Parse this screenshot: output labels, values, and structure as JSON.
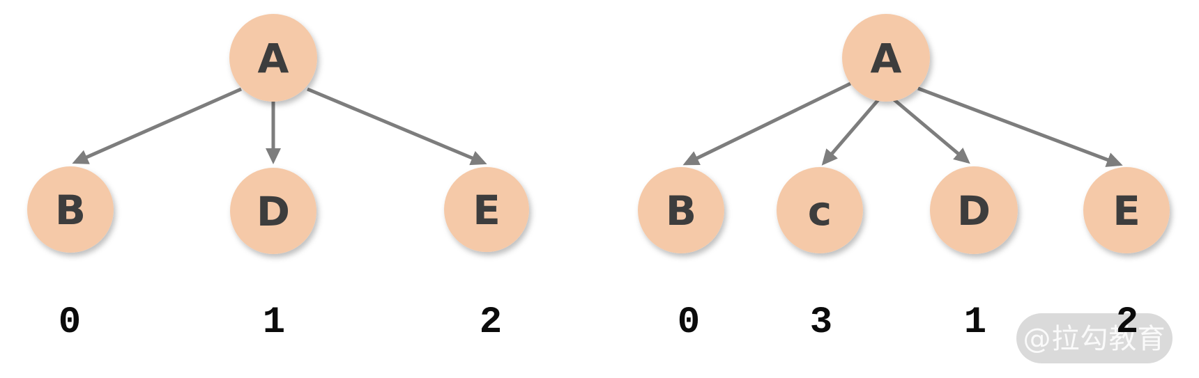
{
  "figure": {
    "description": "Tree stored as an array: child node indices before and after inserting a new node c under root A",
    "background": "#FFFFFF"
  },
  "colors": {
    "node_fill": "#F5C9A8",
    "node_text": "#3D3D3D",
    "arrow": "#7D7D7D",
    "index_text": "#0B0B0B",
    "watermark_bg": "#D0D0D0",
    "watermark_text": "#FFFFFF"
  },
  "watermark": {
    "text": "@拉勾教育"
  },
  "diagrams": [
    {
      "name": "tree-before-insert",
      "root": "A",
      "nodes": [
        {
          "id": "A",
          "label": "A"
        },
        {
          "id": "B",
          "label": "B"
        },
        {
          "id": "D",
          "label": "D"
        },
        {
          "id": "E",
          "label": "E"
        }
      ],
      "edges": [
        {
          "from": "A",
          "to": "B"
        },
        {
          "from": "A",
          "to": "D"
        },
        {
          "from": "A",
          "to": "E"
        }
      ],
      "indices": [
        {
          "node": "B",
          "value": "0"
        },
        {
          "node": "D",
          "value": "1"
        },
        {
          "node": "E",
          "value": "2"
        }
      ]
    },
    {
      "name": "tree-after-insert",
      "root": "A",
      "nodes": [
        {
          "id": "A",
          "label": "A"
        },
        {
          "id": "B",
          "label": "B"
        },
        {
          "id": "c",
          "label": "c"
        },
        {
          "id": "D",
          "label": "D"
        },
        {
          "id": "E",
          "label": "E"
        }
      ],
      "edges": [
        {
          "from": "A",
          "to": "B"
        },
        {
          "from": "A",
          "to": "c"
        },
        {
          "from": "A",
          "to": "D"
        },
        {
          "from": "A",
          "to": "E"
        }
      ],
      "indices": [
        {
          "node": "B",
          "value": "0"
        },
        {
          "node": "c",
          "value": "3"
        },
        {
          "node": "D",
          "value": "1"
        },
        {
          "node": "E",
          "value": "2"
        }
      ]
    }
  ]
}
